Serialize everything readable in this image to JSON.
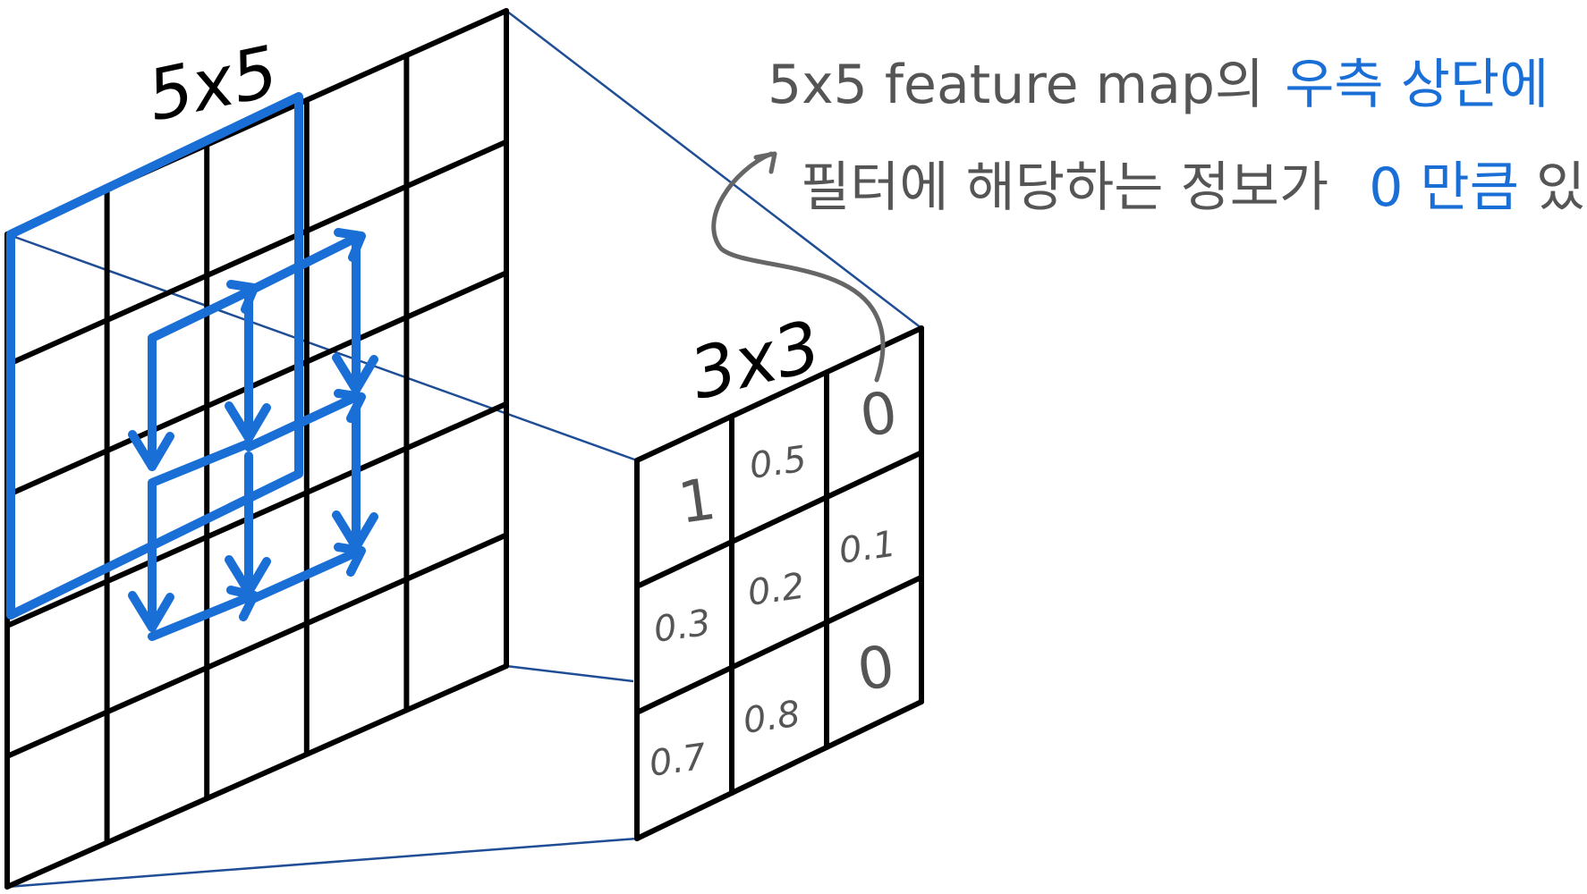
{
  "big_grid": {
    "label": "5x5"
  },
  "small_grid": {
    "label": "3x3",
    "values": [
      [
        "1",
        "0.5",
        "0"
      ],
      [
        "0.3",
        "0.2",
        "0.1"
      ],
      [
        "0.7",
        "0.8",
        "0"
      ]
    ]
  },
  "annotation": {
    "line1_gray": "5x5 feature map의",
    "line1_blue": "우측 상단에",
    "line2_gray": "필터에 해당하는 정보가",
    "line2_blue": "0 만큼",
    "line2_tail": "있다"
  },
  "colors": {
    "grid": "#000000",
    "highlight": "#1a6fd6",
    "projection": "#1f4e96",
    "handwriting": "#555555"
  }
}
